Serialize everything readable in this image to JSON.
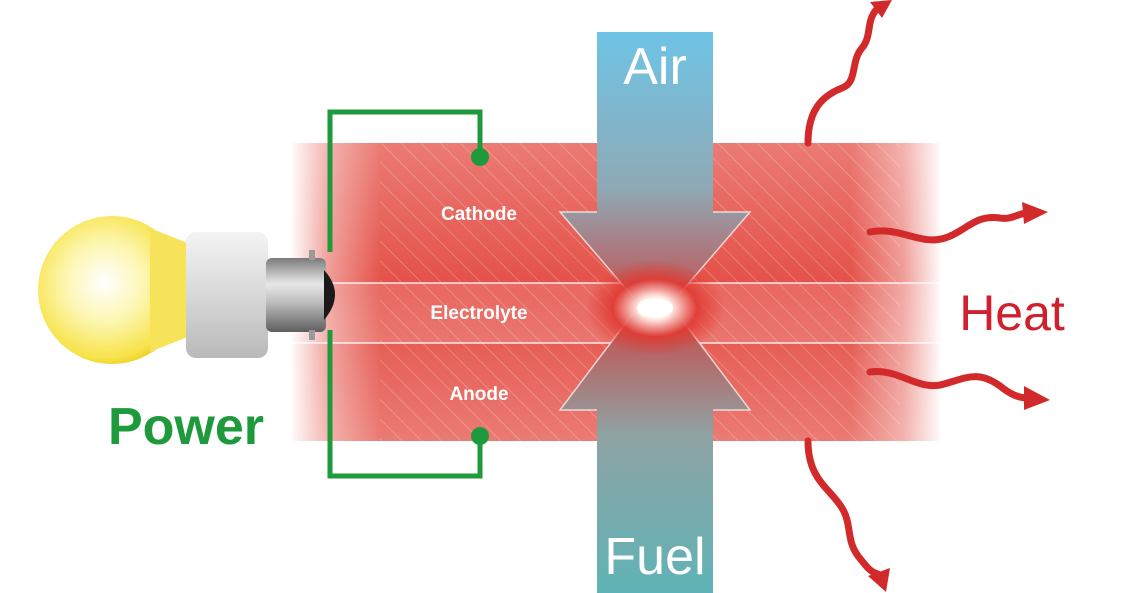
{
  "labels": {
    "air": "Air",
    "fuel": "Fuel",
    "cathode": "Cathode",
    "electrolyte": "Electrolyte",
    "anode": "Anode",
    "heat": "Heat",
    "power": "Power"
  },
  "colors": {
    "power_green": "#1e9a3c",
    "heat_red": "#d0202e",
    "cell_red": "#e2463c",
    "air_blue": "#6ec4e6",
    "fuel_teal": "#5fb3b6",
    "bulb_yellow": "#f6e24a"
  }
}
